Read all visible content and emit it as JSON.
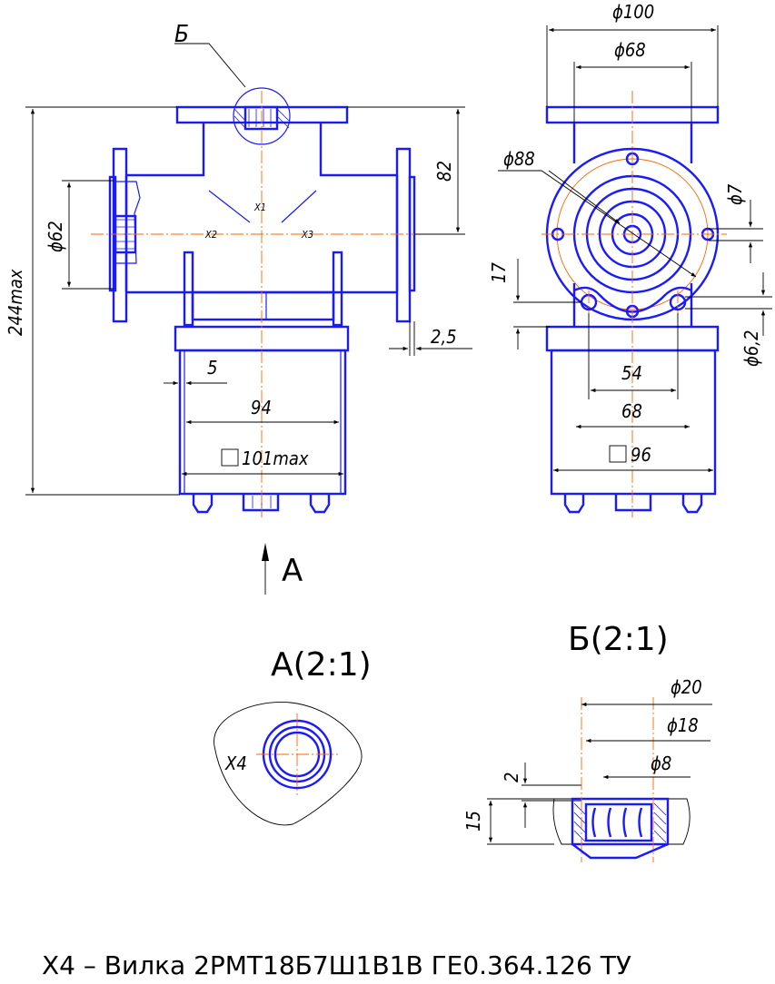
{
  "callout_b": "Б",
  "front": {
    "contacts": [
      "X1",
      "X2",
      "X3"
    ],
    "dims": {
      "overall_height": "244max",
      "flange_offset": "82",
      "flange_dia": "ϕ62",
      "gap": "2,5",
      "wall": "5",
      "base_width": "94",
      "base_square": "101max"
    }
  },
  "side": {
    "dims": {
      "outer_dia": "ϕ100",
      "inner_dia": "ϕ68",
      "bolt_circle": "ϕ88",
      "hole_dia": "ϕ7",
      "height_17": "17",
      "mount_hole": "ϕ6,2",
      "spacing_54": "54",
      "spacing_68": "68",
      "base_square": "96"
    }
  },
  "view_arrow": "A",
  "detail_a": {
    "title": "A(2:1)",
    "label": "X4"
  },
  "detail_b": {
    "title": "Б(2:1)",
    "dims": {
      "d20": "ϕ20",
      "d18": "ϕ18",
      "d8": "ϕ8",
      "h2": "2",
      "h15": "15"
    }
  },
  "note": "X4 –  Вилка 2РМТ18Б7Ш1В1В ГЕ0.364.126 ТУ"
}
